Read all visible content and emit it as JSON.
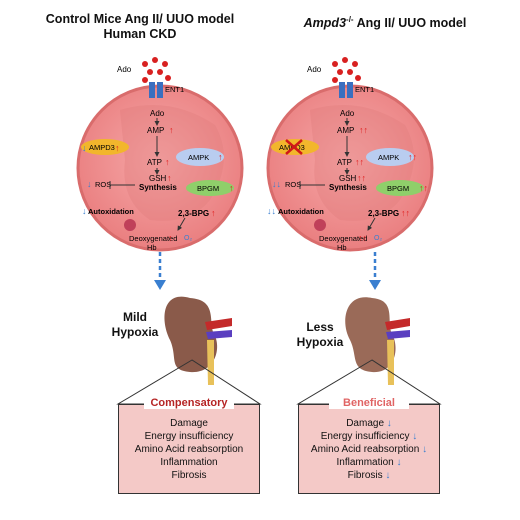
{
  "titles": {
    "left_line1": "Control Mice Ang II/ UUO model",
    "left_line2": "Human CKD",
    "right_italic": "Ampd3",
    "right_sup": "-/-",
    "right_rest": " Ang II/ UUO model"
  },
  "cell_labels": {
    "ado_outside": "Ado",
    "ent1": "ENT1",
    "ado": "Ado",
    "amp": "AMP",
    "atp": "ATP",
    "gsh": "GSH",
    "synthesis": "Synthesis",
    "ampd3": "AMPD3",
    "ampk": "AMPK",
    "bpgm": "BPGM",
    "ros": "ROS",
    "bpg": "2,3-BPG",
    "autoxidation": "Autoxidation",
    "deoxygenated": "Deoxygenated",
    "hb": "Hb",
    "o2": "O₂"
  },
  "left": {
    "hypoxia_line1": "Mild",
    "hypoxia_line2": "Hypoxia",
    "box_title": "Compensatory",
    "box_items": [
      "Damage",
      "Energy insufficiency",
      "Amino Acid reabsorption",
      "Inflammation",
      "Fibrosis"
    ]
  },
  "right": {
    "hypoxia_line1": "Less",
    "hypoxia_line2": "Hypoxia",
    "box_title": "Beneficial",
    "box_items": [
      "Damage",
      "Energy insufficiency",
      "Amino Acid reabsorption",
      "Inflammation",
      "Fibrosis"
    ]
  },
  "colors": {
    "cell_fill": "#ef8f8f",
    "cell_edge": "#d96c6c",
    "ampd3_fill": "#f2b62c",
    "ampk_fill": "#b9cdf0",
    "bpgm_fill": "#8fcf6a",
    "up_arrow": "#e02020",
    "down_arrow": "#3a7fd0",
    "box_fill": "#f4c9c7",
    "compensatory_text": "#b52424",
    "beneficial_text": "#e06464",
    "kidney": "#8a5a4a"
  }
}
